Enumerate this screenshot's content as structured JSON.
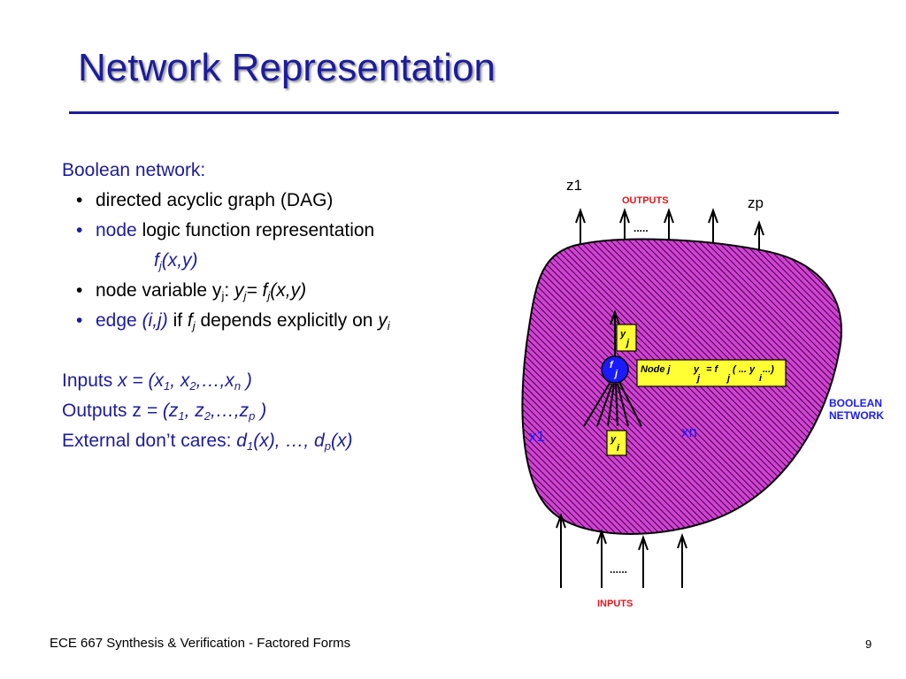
{
  "title": "Network Representation",
  "body": {
    "heading": "Boolean network:",
    "b1": "directed acyclic graph (DAG)",
    "b2_node": "node",
    "b2_rest": "logic function representation",
    "b2_f": "f",
    "b2_sub": "j",
    "b2_args": "(x,y)",
    "b3_text": "node variable y",
    "b3_sub": "j",
    "b3_colon": ":",
    "b3_y": "y",
    "b3_ysub": "j",
    "b3_eq": "= ",
    "b3_f": "f",
    "b3_fsub": "j",
    "b3_args": "(x,y)",
    "b4_edge": "edge",
    "b4_ij": "(i,j)",
    "b4_if": "if",
    "b4_f": "f",
    "b4_fsub": "j",
    "b4_dep": "depends explicitly on",
    "b4_y": "y",
    "b4_ysub": "i",
    "inputs_label": "Inputs",
    "inputs_expr": "x = (x",
    "inputs_sub1": "1",
    "inputs_mid": ", x",
    "inputs_sub2": "2",
    "inputs_tail": ",…,x",
    "inputs_subn": "n",
    "inputs_end": " )",
    "outputs_label": "Outputs z",
    "outputs_expr": "= (z",
    "outputs_sub1": "1",
    "outputs_mid": ", z",
    "outputs_sub2": "2",
    "outputs_tail": ",…,z",
    "outputs_subp": "p",
    "outputs_end": " )",
    "dc_label": "External don’t cares:",
    "dc_d1": "d",
    "dc_sub1": "1",
    "dc_mid": "(x), …, d",
    "dc_subp": "p",
    "dc_end": "(x)"
  },
  "diagram": {
    "z1": "z1",
    "zp": "zp",
    "outputs_label": "OUTPUTS",
    "outputs_dots": ".....",
    "yj_y": "y",
    "yj_sub": "j",
    "fj_f": "f",
    "fj_sub": "j",
    "node_j": "Node j",
    "eq_y": "y",
    "eq_ysub": "j",
    "eq_mid": "=  f",
    "eq_fsub": "j",
    "eq_args": "( ... y",
    "eq_isub": "i",
    "eq_end": " ...)",
    "yi_y": "y",
    "yi_sub": "i",
    "x1": "x1",
    "xn": "xn",
    "boolean": "BOOLEAN",
    "network": "NETWORK",
    "inputs_dots": "......",
    "inputs_label": "INPUTS",
    "small_dots": "..."
  },
  "colors": {
    "title": "#1c1c9c",
    "accent_red": "#e8131b",
    "network_fill": "#d53fd8",
    "node_box": "#ffff33",
    "node_circle": "#1a1aff"
  },
  "footer": {
    "text": "ECE 667 Synthesis & Verification - Factored Forms",
    "page": "9"
  }
}
